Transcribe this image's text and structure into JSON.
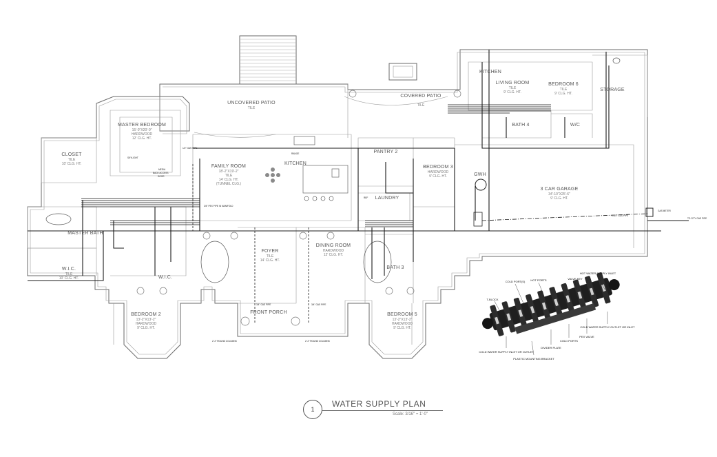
{
  "plan_title": "WATER SUPPLY PLAN",
  "plan_number": "1",
  "plan_scale": "Scale: 3/16\" = 1'-0\"",
  "rooms": [
    {
      "name": "UNCOVERED PATIO",
      "sub": [
        "TILE"
      ]
    },
    {
      "name": "COVERED PATIO",
      "sub": [
        "TILE"
      ]
    },
    {
      "name": "KITCHEN",
      "sub": []
    },
    {
      "name": "LIVING ROOM",
      "sub": [
        "TILE",
        "9' CLG. HT."
      ]
    },
    {
      "name": "BEDROOM 6",
      "sub": [
        "TILE",
        "9' CLG. HT."
      ]
    },
    {
      "name": "STORAGE",
      "sub": []
    },
    {
      "name": "MASTER BEDROOM",
      "sub": [
        "15'-0\"X20'-0\"",
        "HARDWOOD",
        "12' CLG. HT."
      ]
    },
    {
      "name": "CLOSET",
      "sub": [
        "TILE",
        "10' CLG. HT."
      ]
    },
    {
      "name": "FAMILY ROOM",
      "sub": [
        "18'-2\"X19'-2\"",
        "TILE",
        "14' CLG. HT.",
        "(TUNNEL CLG.)"
      ]
    },
    {
      "name": "KITCHEN",
      "sub": []
    },
    {
      "name": "PANTRY 2",
      "sub": []
    },
    {
      "name": "BEDROOM 3",
      "sub": [
        "HARDWOOD",
        "9' CLG. HT."
      ]
    },
    {
      "name": "GWH",
      "sub": []
    },
    {
      "name": "3 CAR GARAGE",
      "sub": [
        "34'-10\"X25'-6\"",
        "9' CLG. HT."
      ]
    },
    {
      "name": "BATH 4",
      "sub": []
    },
    {
      "name": "W/C",
      "sub": []
    },
    {
      "name": "LAUNDRY",
      "sub": []
    },
    {
      "name": "MASTER BATH",
      "sub": []
    },
    {
      "name": "FOYER",
      "sub": [
        "TILE",
        "14' CLG. HT."
      ]
    },
    {
      "name": "DINING ROOM",
      "sub": [
        "HARDWOOD",
        "12' CLG. HT."
      ]
    },
    {
      "name": "BATH 3",
      "sub": []
    },
    {
      "name": "W.I.C.",
      "sub": [
        "TILE",
        "10' CLG. HT."
      ]
    },
    {
      "name": "W.I.C.",
      "sub": []
    },
    {
      "name": "BEDROOM 2",
      "sub": [
        "13'-2\"X13'-2\"",
        "HARDWOOD",
        "9' CLG. HT."
      ]
    },
    {
      "name": "FRONT PORCH",
      "sub": []
    },
    {
      "name": "BEDROOM 5",
      "sub": [
        "13'-2\"X13'-2\"",
        "HARDWOOD",
        "9' CLG. HT."
      ]
    }
  ],
  "notes": {
    "skylight": "SKYLIGHT",
    "media": "MEDIA",
    "back_access": "BACK ACCESS",
    "door": "DOOR",
    "range": "RANGE",
    "ref": "REF",
    "pipe_a": "1/2\" GAS PIPE",
    "pipe_b": "3/4\" GAS PIPE",
    "pipe_c": "1-1/2\" GAS PIPE",
    "gas_meter": "GAS METER",
    "to_city": "TO CITY GAS PIPE",
    "columns_left": "2'-2\" ROUND COLUMNS",
    "columns_right": "2'-2\" ROUND COLUMNS",
    "pex_note": "3/4\" PEX PIPE IN MANIFOLD"
  },
  "manifold_callouts": {
    "t_block": "T-BLOCK",
    "cold_ports": "COLD PORT(S)",
    "hot_ports": "HOT PORTS",
    "valve_key": "VALVE KEY",
    "hot_water_supply": "HOT WATER SUPPLY INLET",
    "cold_water_supply": "COLD WATER SUPPLY INLET OR OUTLET",
    "plastic_bracket": "PLASTIC MOUNTING BRACKET",
    "divider_plate": "DIVIDER PLATE",
    "cold_ports_2": "COLD PORTS",
    "pex_valve": "PEX VALVE",
    "cold_supply_outlet": "COLD WATER SUPPLY OUTLET OR INLET"
  }
}
